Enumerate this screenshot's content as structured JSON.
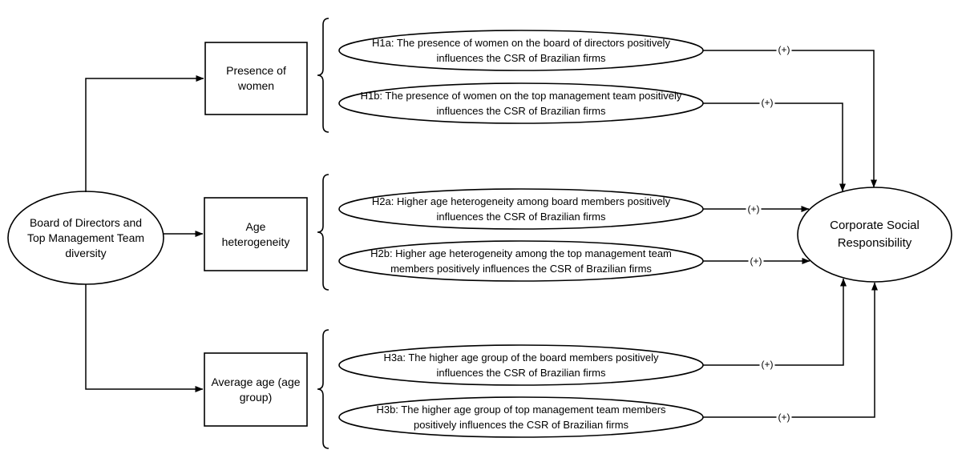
{
  "diagram": {
    "background": "#ffffff",
    "stroke_color": "#000000",
    "source_node": {
      "lines": [
        "Board of Directors and",
        "Top Management Team",
        "diversity"
      ]
    },
    "dimension_nodes": [
      {
        "lines": [
          "Presence of",
          "women"
        ]
      },
      {
        "lines": [
          "Age",
          "heterogeneity"
        ]
      },
      {
        "lines": [
          "Average age (age",
          "group)"
        ]
      }
    ],
    "hypothesis_nodes": [
      {
        "id": "H1a",
        "lines": [
          "H1a: The presence of women on the board of directors positively",
          "influences the CSR of Brazilian firms"
        ],
        "effect": "(+)"
      },
      {
        "id": "H1b",
        "lines": [
          "H1b: The presence of women on the top management team positively",
          "influences the CSR of Brazilian firms"
        ],
        "effect": "(+)"
      },
      {
        "id": "H2a",
        "lines": [
          "H2a: Higher age heterogeneity among board members positively",
          "influences the CSR of Brazilian firms"
        ],
        "effect": "(+)"
      },
      {
        "id": "H2b",
        "lines": [
          "H2b: Higher age heterogeneity among the top management team",
          "members positively influences the CSR of Brazilian firms"
        ],
        "effect": "(+)"
      },
      {
        "id": "H3a",
        "lines": [
          "H3a: The higher age group of the board members positively",
          "influences the CSR of Brazilian firms"
        ],
        "effect": "(+)"
      },
      {
        "id": "H3b",
        "lines": [
          "H3b: The higher age group of top management team members",
          "positively influences the CSR of Brazilian firms"
        ],
        "effect": "(+)"
      }
    ],
    "outcome_node": {
      "lines": [
        "Corporate Social",
        "Responsibility"
      ]
    }
  }
}
